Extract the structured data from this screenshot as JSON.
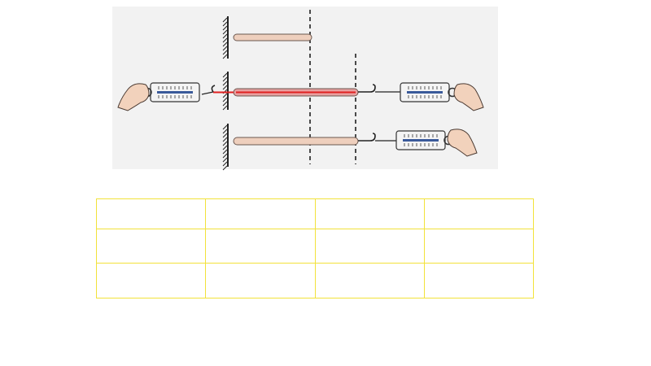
{
  "diagram": {
    "colors": {
      "background": "#f2f2f2",
      "rod": "#eecfbd",
      "rod_stretched": "#e8a0a0",
      "rod_edge": "#6b5850",
      "stretch_highlight": "#e02020",
      "wall": "#222222",
      "scale_body": "#f4f4f4",
      "scale_scale": "#3a5a9a",
      "hand": "#f2d2bc",
      "table_border": "#f2e23a"
    },
    "icons": {
      "wall": "wall-hatch-icon",
      "rod": "rod-icon",
      "spring_scale": "spring-scale-icon",
      "hand": "hand-icon",
      "hook": "hook-icon"
    },
    "panels": [
      "rest",
      "stretched-both-sides",
      "stretched-one-side"
    ]
  },
  "table": {
    "rows": [
      [
        "",
        "",
        "",
        ""
      ],
      [
        "",
        "",
        "",
        ""
      ],
      [
        "",
        "",
        "",
        ""
      ]
    ]
  }
}
